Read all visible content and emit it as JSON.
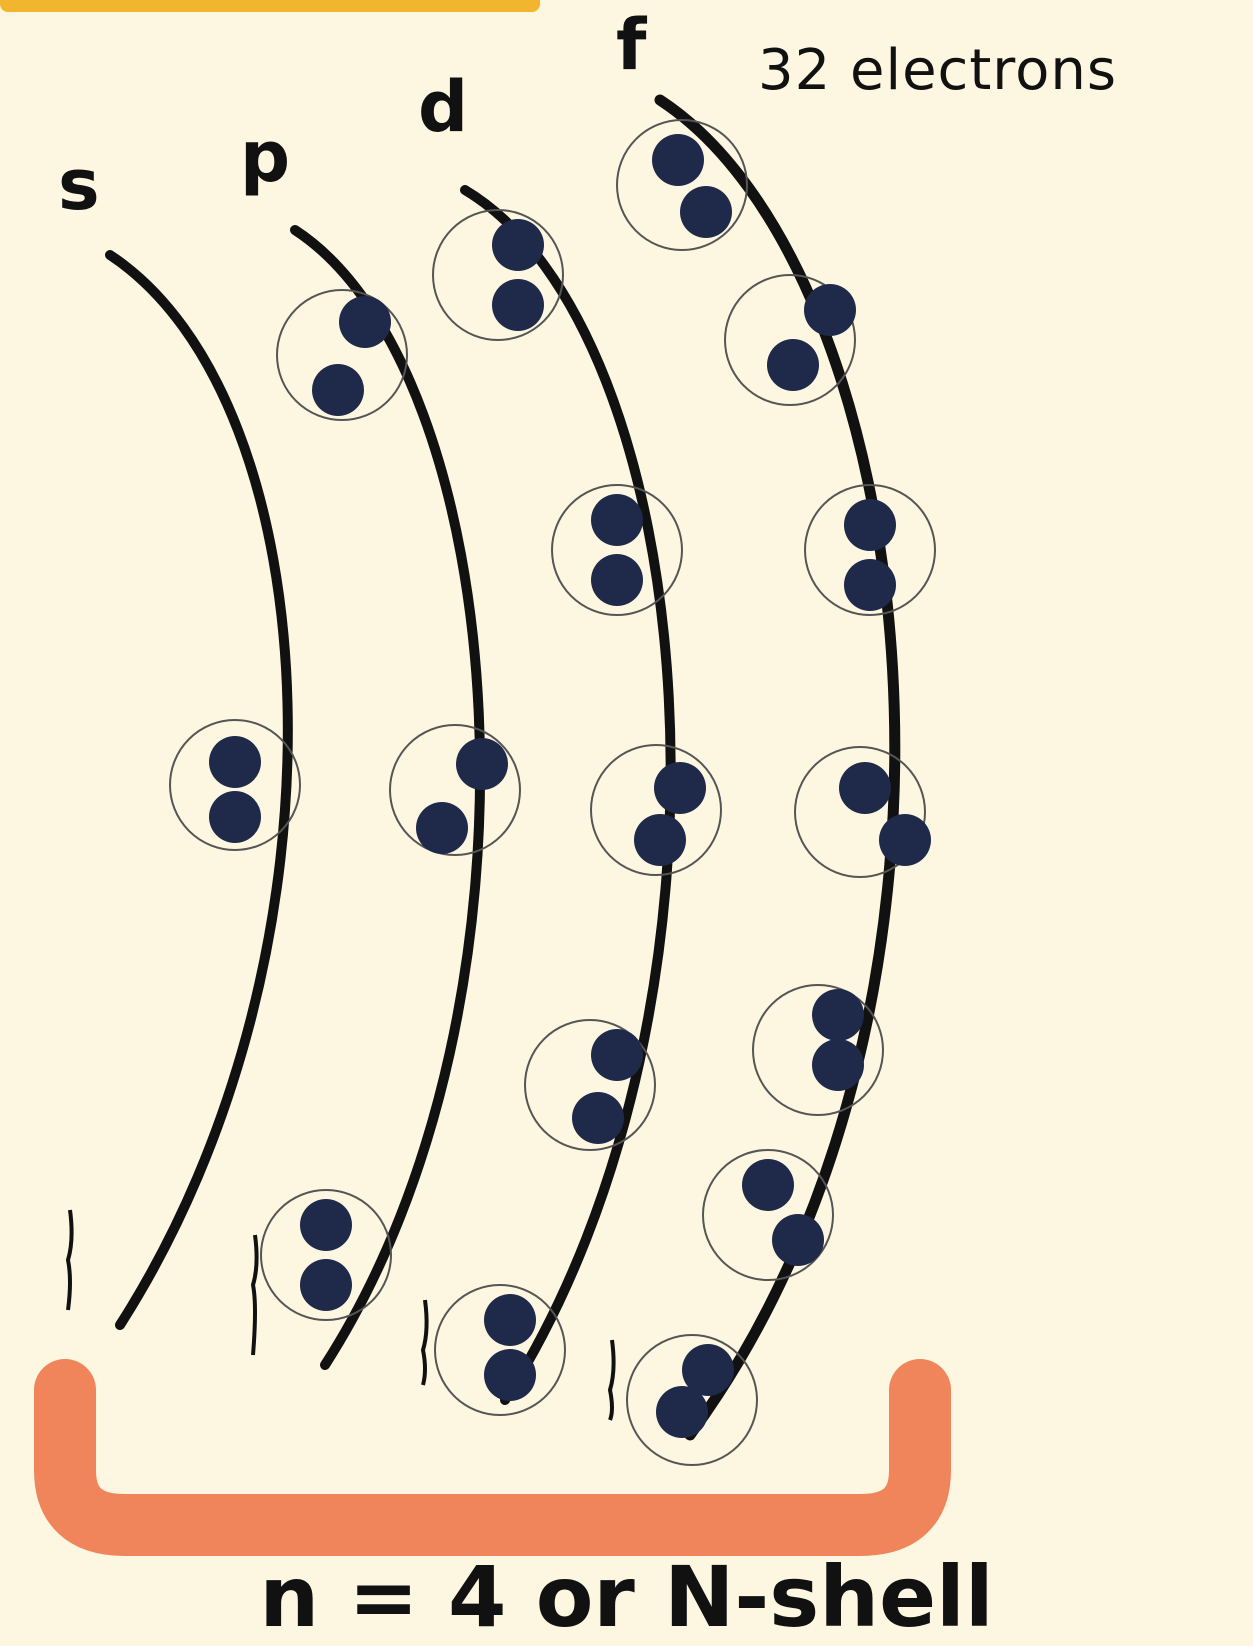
{
  "subshells": [
    {
      "label": "s",
      "electron_pairs": 1
    },
    {
      "label": "p",
      "electron_pairs": 3
    },
    {
      "label": "d",
      "electron_pairs": 5
    },
    {
      "label": "f",
      "electron_pairs": 7
    }
  ],
  "electron_count_label": "32 electrons",
  "shell_label": "n = 4 or N-shell",
  "colors": {
    "background": "#fdf6e0",
    "arc": "#111111",
    "electron": "#1f2a4a",
    "orbital_ring": "#555555",
    "bracket": "#f0845a",
    "header_accent": "#f2b62e"
  }
}
